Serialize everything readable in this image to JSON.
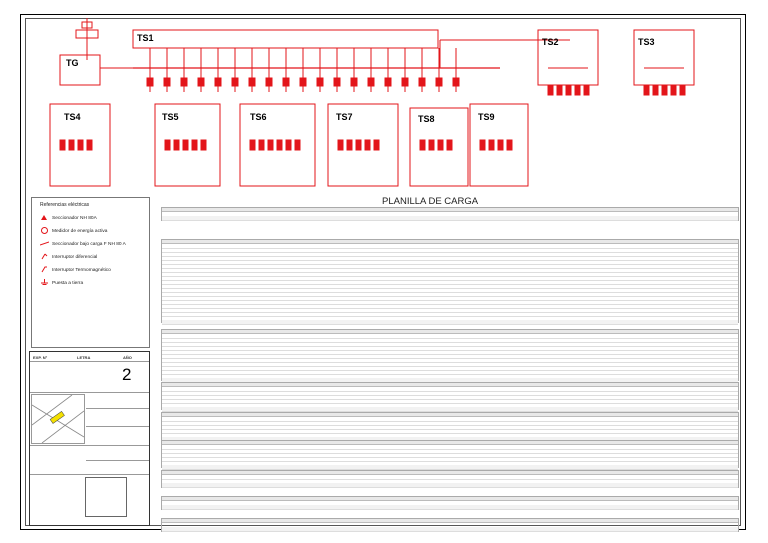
{
  "diagram": {
    "panels": [
      "TG",
      "TS1",
      "TS2",
      "TS3",
      "TS4",
      "TS5",
      "TS6",
      "TS7",
      "TS8",
      "TS9"
    ],
    "main_color": "#e3151a"
  },
  "legend": {
    "title": "Referencias eléctricas",
    "items": [
      {
        "label": "Seccionador NH 80A",
        "icon": "nh-switch-icon"
      },
      {
        "label": "Medidor de energía activa",
        "icon": "meter-icon"
      },
      {
        "label": "Seccionador bajo carga F NH 80 A",
        "icon": "load-switch-icon"
      },
      {
        "label": "Interruptor diferencial",
        "icon": "differential-icon"
      },
      {
        "label": "Interruptor Termomagnético",
        "icon": "breaker-icon"
      },
      {
        "label": "Puesta a tierra",
        "icon": "ground-icon"
      }
    ]
  },
  "title_block": {
    "exp_label": "EXP. N°",
    "letra_label": "LETRA",
    "ano_label": "AÑO",
    "sheet_number": "2"
  },
  "planilla": {
    "title": "PLANILLA DE CARGA"
  }
}
